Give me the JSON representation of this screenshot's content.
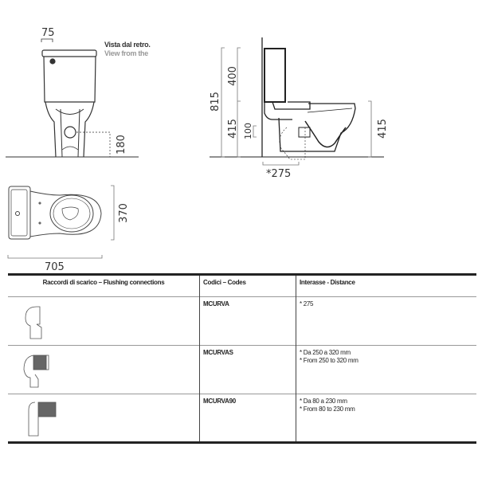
{
  "front_view": {
    "dim_top": "75",
    "dim_drain_height": "180",
    "caption_it": "Vista dal retro.",
    "caption_en": "View from the"
  },
  "side_view": {
    "dim_total_height": "815",
    "dim_tank_height": "400",
    "dim_seat_height_left": "415",
    "dim_drain": "100",
    "dim_seat_height_right": "415",
    "dim_wall_distance": "*275"
  },
  "plan_view": {
    "dim_width": "370",
    "dim_length": "705"
  },
  "table": {
    "headers": [
      "Raccordi di scarico – Flushing connections",
      "Codici – Codes",
      "Interasse - Distance"
    ],
    "rows": [
      {
        "icon": "straight-bend-connector-icon",
        "code": "MCURVA",
        "distance": [
          "* 275"
        ]
      },
      {
        "icon": "extendable-bend-connector-icon",
        "code": "MCURVAS",
        "distance": [
          "* Da 250 a 320 mm",
          "* From 250 to 320 mm"
        ]
      },
      {
        "icon": "90-degree-extendable-connector-icon",
        "code": "MCURVA90",
        "distance": [
          "* Da 80 a 230 mm",
          "* From 80 to 230 mm"
        ]
      }
    ]
  }
}
